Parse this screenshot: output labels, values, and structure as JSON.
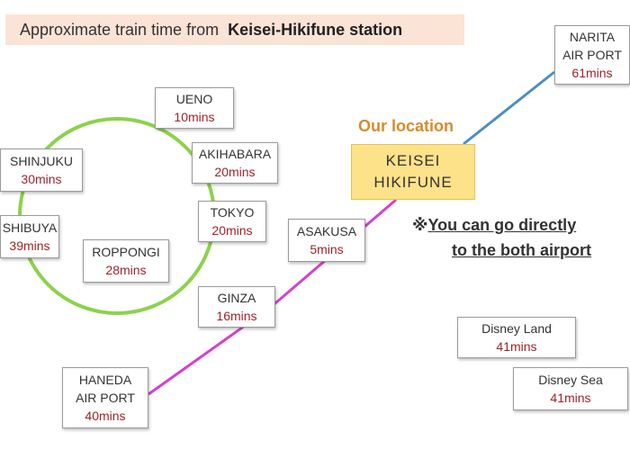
{
  "title": {
    "prefix": "Approximate train time from",
    "station": "Keisei-Hikifune station"
  },
  "our_location": {
    "label": "Our location",
    "line1": "KEISEI",
    "line2": "HIKIFUNE"
  },
  "note": {
    "mark": "※",
    "line1": "You can go directly",
    "line2": "to the both airport"
  },
  "stations": {
    "ueno": {
      "name": "UENO",
      "time": "10mins"
    },
    "akihabara": {
      "name": "AKIHABARA",
      "time": "20mins"
    },
    "tokyo": {
      "name": "TOKYO",
      "time": "20mins"
    },
    "shinjuku": {
      "name": "SHINJUKU",
      "time": "30mins"
    },
    "shibuya": {
      "name": "SHIBUYA",
      "time": "39mins"
    },
    "roppongi": {
      "name": "ROPPONGI",
      "time": "28mins"
    },
    "asakusa": {
      "name": "ASAKUSA",
      "time": "5mins"
    },
    "ginza": {
      "name": "GINZA",
      "time": "16mins"
    },
    "haneda": {
      "name1": "HANEDA",
      "name2": "AIR PORT",
      "time": "40mins"
    },
    "narita": {
      "name1": "NARITA",
      "name2": "AIR PORT",
      "time": "61mins"
    },
    "disney_land": {
      "name": "Disney Land",
      "time": "41mins"
    },
    "disney_sea": {
      "name": "Disney Sea",
      "time": "41mins"
    }
  },
  "colors": {
    "loop_line": "#8cd24a",
    "pink_line": "#d63fd1",
    "blue_line": "#4a8fc4",
    "time_text": "#a0222a",
    "title_bg": "#fbe3d6",
    "location_bg": "#fde28a",
    "location_label": "#d98b2b"
  }
}
